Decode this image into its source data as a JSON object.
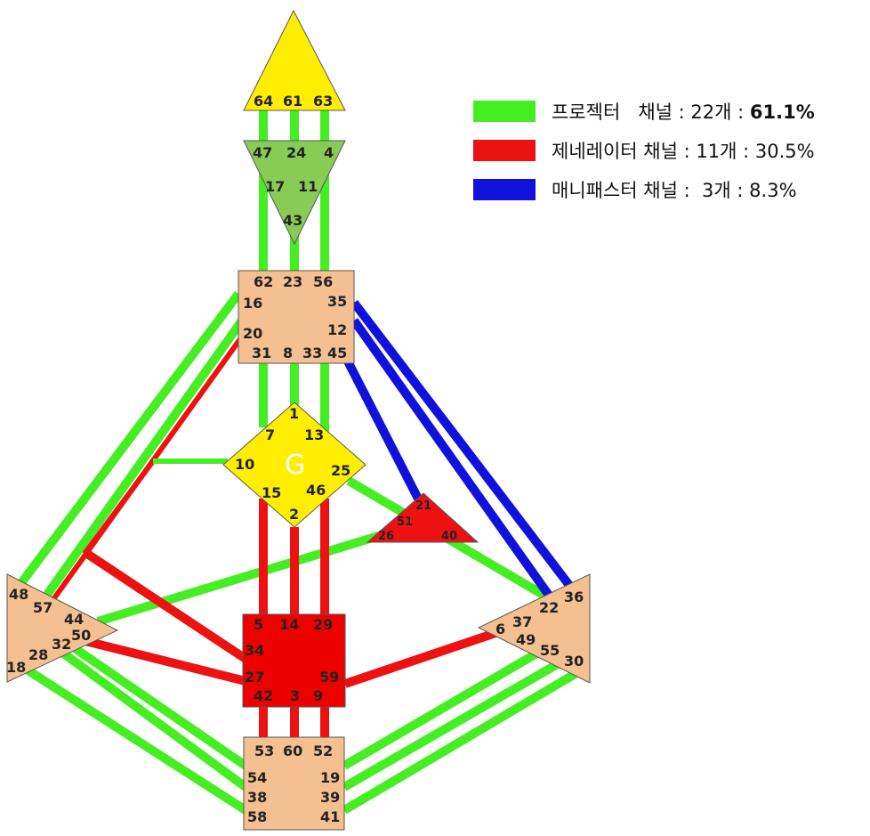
{
  "colors": {
    "projector": "#44ee22",
    "generator": "#ee1111",
    "manifestor": "#1111dd",
    "head": "#ffee00",
    "ajna": "#88cc55",
    "defined": "#f4bf91",
    "sacral": "#ee0000",
    "g": "#ffee00",
    "outline": "#555555"
  },
  "legend": [
    {
      "name": "프로젝터",
      "spacer": "   ",
      "label": "채널",
      "sep": " : ",
      "count": "22개",
      "sep2": " : ",
      "pct": "61.1%"
    },
    {
      "name": "제네레이터",
      "spacer": " ",
      "label": "채널",
      "sep": " : ",
      "count": "11개",
      "sep2": " : ",
      "pct": "30.5%"
    },
    {
      "name": "매니패스터",
      "spacer": " ",
      "label": "채널",
      "sep": " :  ",
      "count": "3개",
      "sep2": " : ",
      "pct": "8.3%"
    }
  ],
  "centers": {
    "head": {
      "gates": [
        "64",
        "61",
        "63"
      ]
    },
    "ajna": {
      "gates": [
        "47",
        "24",
        "4",
        "17",
        "11",
        "43"
      ]
    },
    "throat": {
      "gates": [
        "62",
        "23",
        "56",
        "16",
        "35",
        "20",
        "12",
        "31",
        "8",
        "33",
        "45"
      ]
    },
    "g": {
      "letter": "G",
      "gates": [
        "1",
        "7",
        "13",
        "10",
        "25",
        "15",
        "46",
        "2"
      ]
    },
    "heart": {
      "gates": [
        "21",
        "51",
        "26",
        "40"
      ]
    },
    "spleen": {
      "gates": [
        "48",
        "57",
        "44",
        "50",
        "32",
        "28",
        "18"
      ]
    },
    "solar": {
      "gates": [
        "36",
        "22",
        "37",
        "6",
        "49",
        "55",
        "30"
      ]
    },
    "sacral": {
      "gates": [
        "5",
        "14",
        "29",
        "34",
        "27",
        "59",
        "42",
        "3",
        "9"
      ]
    },
    "root": {
      "gates": [
        "53",
        "60",
        "52",
        "54",
        "19",
        "38",
        "39",
        "58",
        "41"
      ]
    }
  }
}
